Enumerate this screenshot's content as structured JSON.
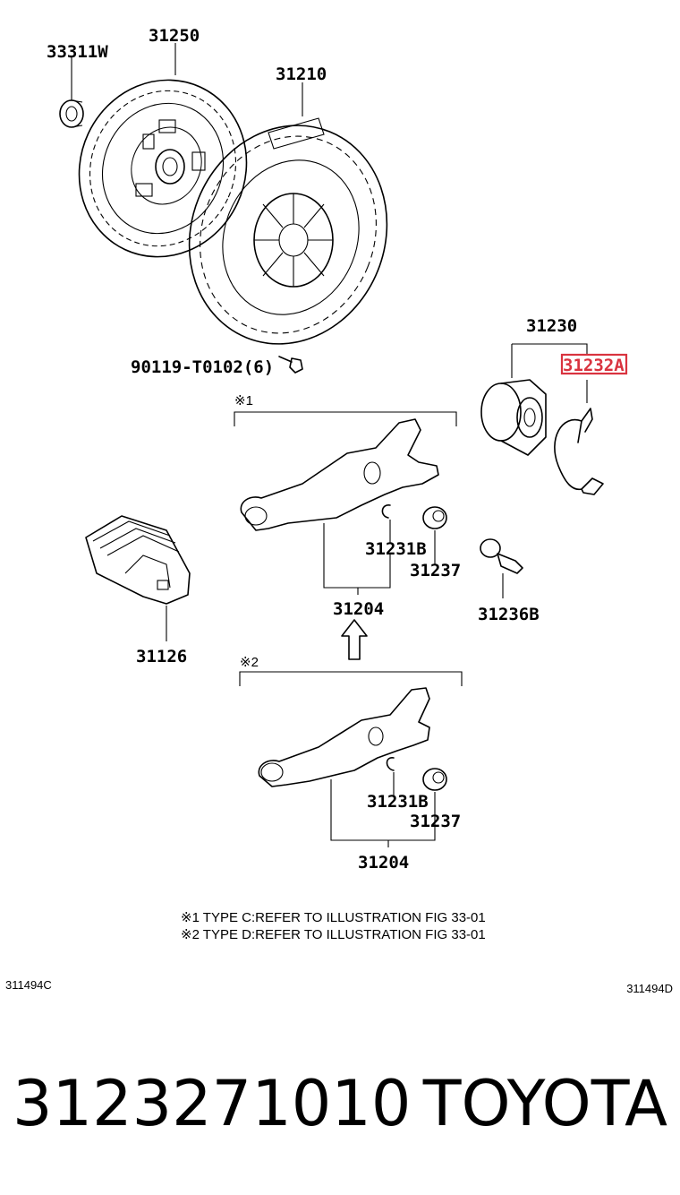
{
  "labels": {
    "p33311": "33311W",
    "p31250": "31250",
    "p31210": "31210",
    "p90119": "90119-T0102(6)",
    "p31230": "31230",
    "p31232": "31232A",
    "mark1": "※1",
    "mark2": "※2",
    "p31231b_top": "31231B",
    "p31237_top": "31237",
    "p31204_top": "31204",
    "p31236b": "31236B",
    "p31126": "31126",
    "p31231b_bot": "31231B",
    "p31237_bot": "31237",
    "p31204_bot": "31204"
  },
  "notes": {
    "note1": "※1   TYPE C:REFER TO ILLUSTRATION FIG 33-01",
    "note2": "※2   TYPE D:REFER TO ILLUSTRATION FIG 33-01"
  },
  "refs": {
    "left": "311494C",
    "right": "311494D"
  },
  "footer": {
    "part_number": "3123271010",
    "brand": "TOYOTA"
  },
  "colors": {
    "highlight": "#d9333f",
    "ink": "#000000"
  }
}
